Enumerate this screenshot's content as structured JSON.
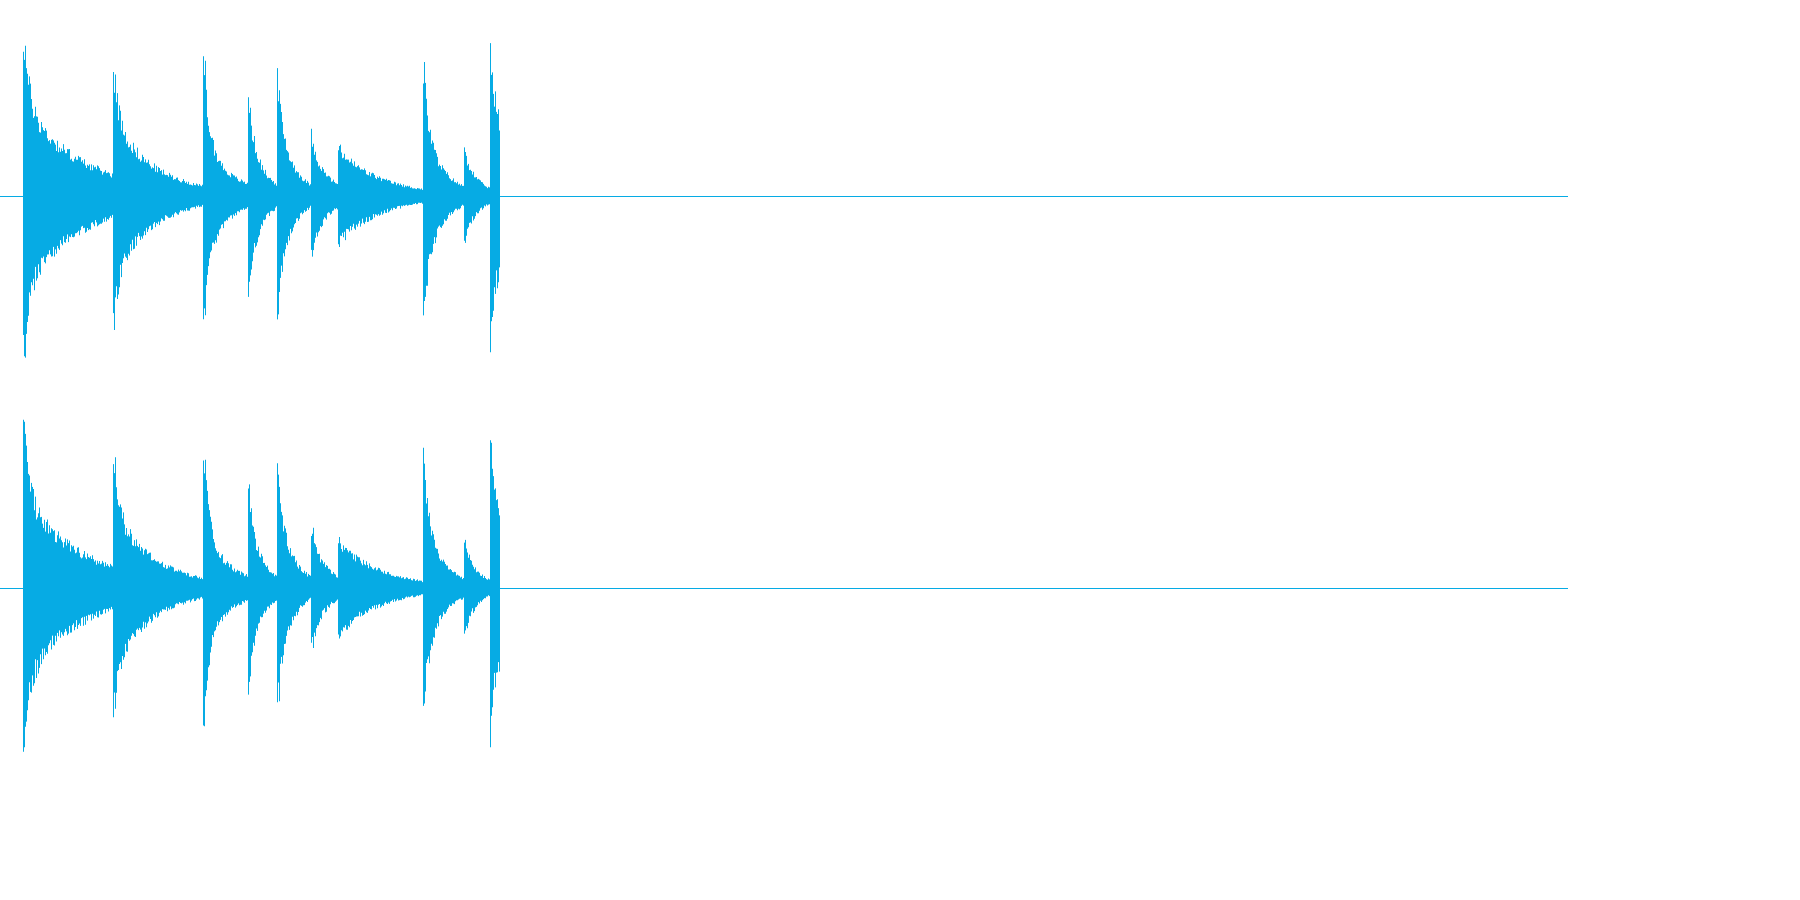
{
  "waveform": {
    "color": "#06abe4",
    "background": "#ffffff",
    "channels": [
      {
        "name": "",
        "onsets": [
          {
            "t": 0.005,
            "peak": 0.98,
            "sustain": 0.55,
            "decay": 0.035
          },
          {
            "t": 0.055,
            "peak": 0.78,
            "sustain": 0.45,
            "decay": 0.025
          },
          {
            "t": 0.105,
            "peak": 0.85,
            "sustain": 0.3,
            "decay": 0.018
          },
          {
            "t": 0.13,
            "peak": 0.62,
            "sustain": 0.35,
            "decay": 0.01
          },
          {
            "t": 0.146,
            "peak": 0.72,
            "sustain": 0.45,
            "decay": 0.01
          },
          {
            "t": 0.165,
            "peak": 0.38,
            "sustain": 0.25,
            "decay": 0.012
          },
          {
            "t": 0.18,
            "peak": 0.3,
            "sustain": 0.28,
            "decay": 0.025
          },
          {
            "t": 0.227,
            "peak": 0.8,
            "sustain": 0.4,
            "decay": 0.012
          },
          {
            "t": 0.25,
            "peak": 0.3,
            "sustain": 0.2,
            "decay": 0.01
          },
          {
            "t": 0.264,
            "peak": 0.9,
            "sustain": 0.45,
            "decay": 0.03
          }
        ]
      },
      {
        "name": "",
        "onsets": [
          {
            "t": 0.005,
            "peak": 0.98,
            "sustain": 0.55,
            "decay": 0.035
          },
          {
            "t": 0.055,
            "peak": 0.78,
            "sustain": 0.45,
            "decay": 0.025
          },
          {
            "t": 0.105,
            "peak": 0.85,
            "sustain": 0.3,
            "decay": 0.018
          },
          {
            "t": 0.13,
            "peak": 0.62,
            "sustain": 0.35,
            "decay": 0.01
          },
          {
            "t": 0.146,
            "peak": 0.72,
            "sustain": 0.45,
            "decay": 0.01
          },
          {
            "t": 0.165,
            "peak": 0.38,
            "sustain": 0.25,
            "decay": 0.012
          },
          {
            "t": 0.18,
            "peak": 0.3,
            "sustain": 0.28,
            "decay": 0.025
          },
          {
            "t": 0.227,
            "peak": 0.8,
            "sustain": 0.4,
            "decay": 0.012
          },
          {
            "t": 0.25,
            "peak": 0.3,
            "sustain": 0.2,
            "decay": 0.01
          },
          {
            "t": 0.264,
            "peak": 0.9,
            "sustain": 0.45,
            "decay": 0.03
          }
        ]
      }
    ]
  }
}
